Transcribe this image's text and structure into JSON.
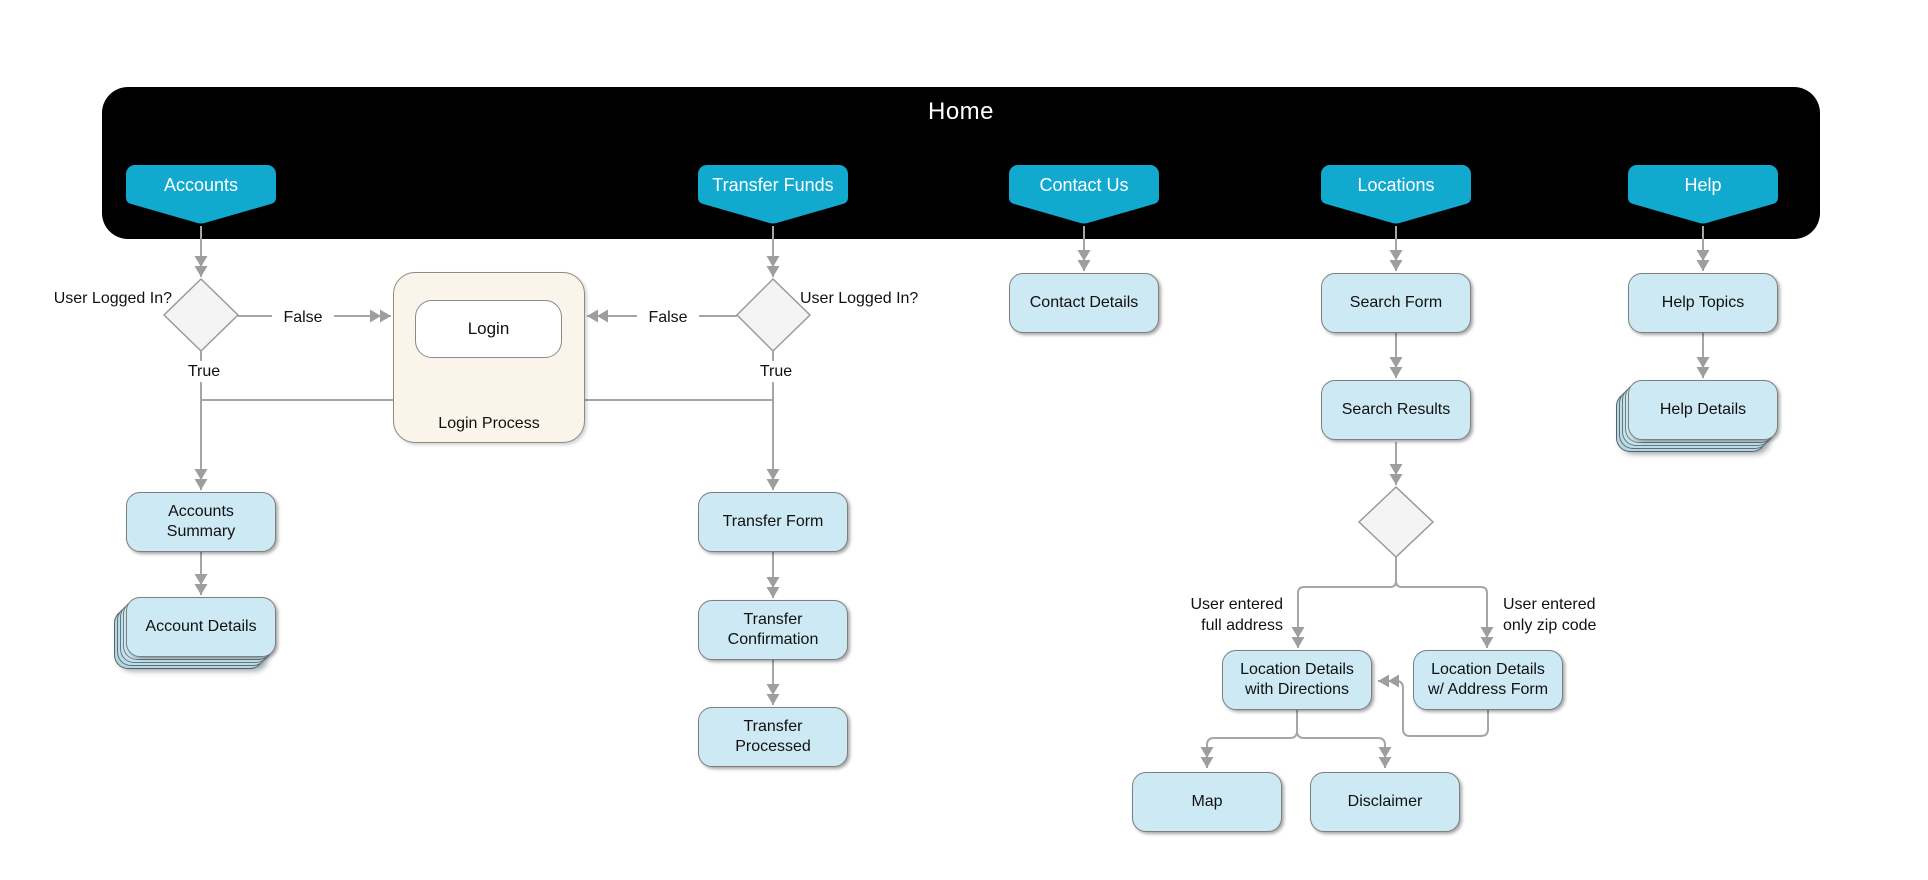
{
  "title": "Home",
  "tabs": {
    "accounts": "Accounts",
    "transfer_funds": "Transfer Funds",
    "contact_us": "Contact Us",
    "locations": "Locations",
    "help": "Help"
  },
  "labels": {
    "user_logged_in": "User Logged In?",
    "true": "True",
    "false": "False",
    "full_address": "User entered\nfull address",
    "zip_code": "User entered\nonly zip code"
  },
  "login": {
    "box": "Login",
    "group": "Login Process"
  },
  "nodes": {
    "accounts_summary": "Accounts\nSummary",
    "account_details": "Account Details",
    "transfer_form": "Transfer Form",
    "transfer_confirmation": "Transfer\nConfirmation",
    "transfer_processed": "Transfer\nProcessed",
    "contact_details": "Contact Details",
    "search_form": "Search Form",
    "search_results": "Search Results",
    "location_details_directions": "Location Details\nwith Directions",
    "location_details_address": "Location Details\nw/ Address Form",
    "map": "Map",
    "disclaimer": "Disclaimer",
    "help_topics": "Help Topics",
    "help_details": "Help Details"
  },
  "colors": {
    "banner": "#000000",
    "tab": "#12a9cf",
    "node_fill": "#cde9f3",
    "node_border": "#7f7f7f",
    "decision_fill": "#f4f4f4",
    "connector": "#a6a6a6",
    "group_fill": "#fbf4ea"
  }
}
